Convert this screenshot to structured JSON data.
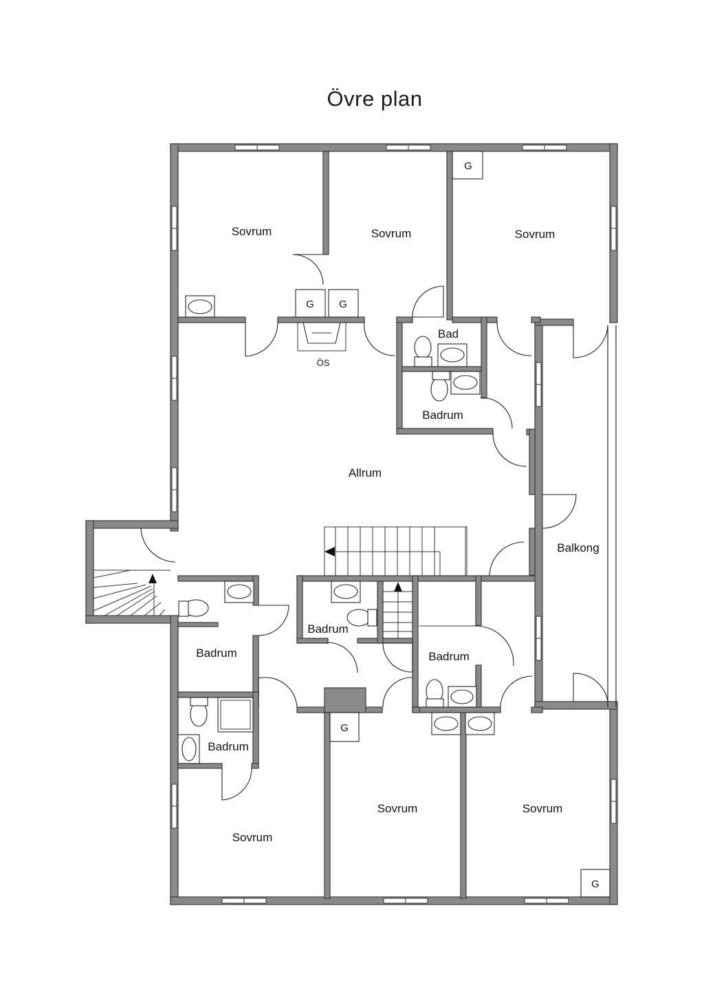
{
  "title": "Övre plan",
  "rooms": {
    "sovrum_nw": "Sovrum",
    "sovrum_n": "Sovrum",
    "sovrum_ne": "Sovrum",
    "bad": "Bad",
    "badrum_ne": "Badrum",
    "allrum": "Allrum",
    "balkong": "Balkong",
    "badrum_w": "Badrum",
    "badrum_c": "Badrum",
    "badrum_e": "Badrum",
    "badrum_sw": "Badrum",
    "sovrum_sw": "Sovrum",
    "sovrum_s": "Sovrum",
    "sovrum_se": "Sovrum"
  },
  "fireplace_label": "ÖS",
  "g_marker": "G"
}
